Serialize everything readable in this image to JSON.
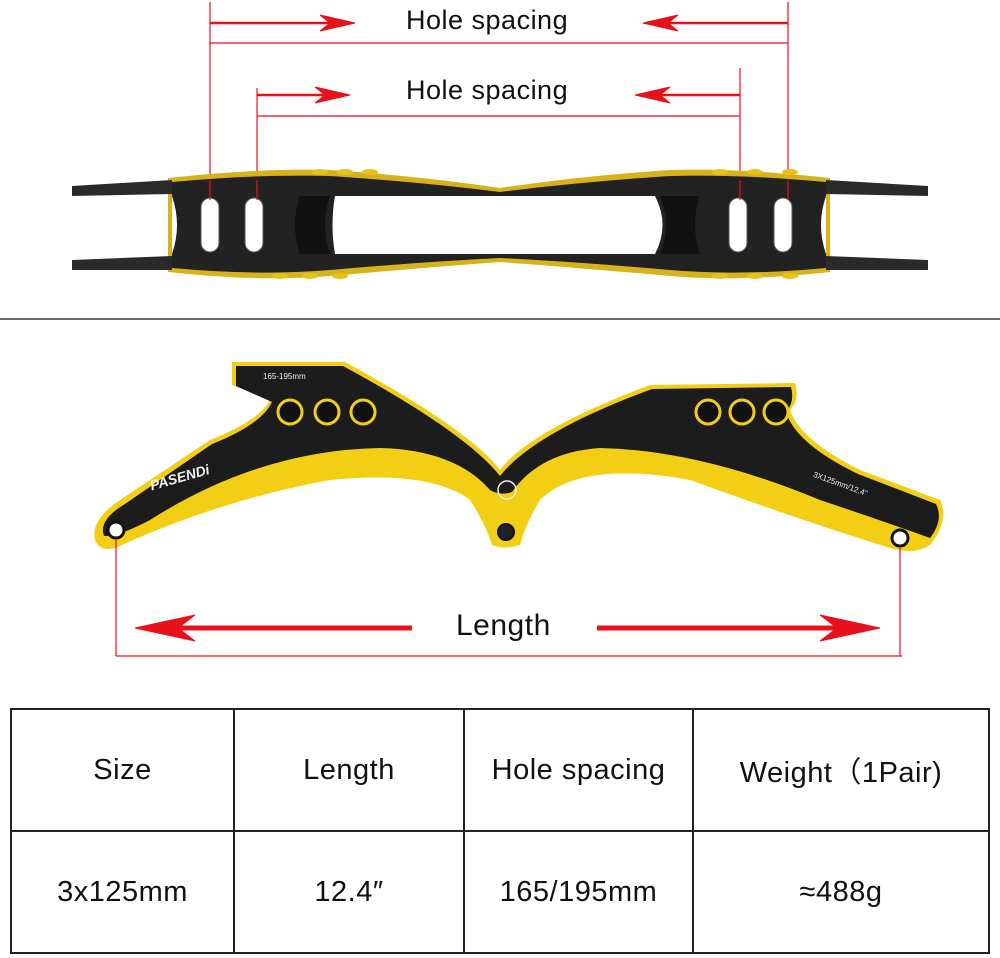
{
  "colors": {
    "dimension_line": "#e8101a",
    "frame_black": "#1c1c1c",
    "frame_gold": "#f2cf14",
    "table_border": "#222222",
    "divider": "#6a6a6a"
  },
  "top_view": {
    "outer_dimension": {
      "label": "Hole spacing",
      "arrow_direction": "inward"
    },
    "inner_dimension": {
      "label": "Hole spacing",
      "arrow_direction": "inward"
    },
    "frame": {
      "view": "top",
      "slot_holes_per_side": 2
    }
  },
  "side_view": {
    "frame_engraving_spacing": "165-195mm",
    "frame_engraving_size": "3X125mm/12.4\"",
    "brand_text": "PASENDi",
    "length_dimension": {
      "label": "Length",
      "arrow_direction": "outward"
    },
    "round_holes_per_side": 3
  },
  "spec_table": {
    "headers": [
      "Size",
      "Length",
      "Hole spacing",
      "Weight（1Pair)"
    ],
    "rows": [
      [
        "3x125mm",
        "12.4″",
        "165/195mm",
        "≈488g"
      ]
    ]
  }
}
